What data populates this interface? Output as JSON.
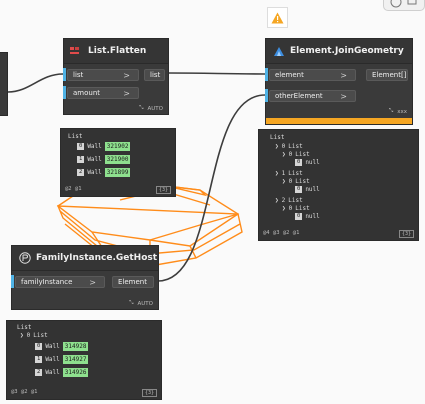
{
  "canvas": {
    "wire_color": "#3d3d3d",
    "geometry_color": "#ff8c1a"
  },
  "warning": {
    "icon": "warning-triangle-icon",
    "color": "#f5a623"
  },
  "toolbar": {
    "icon": "toolbar-icons"
  },
  "nodes": {
    "list_flatten": {
      "title": "List.Flatten",
      "icon": "list-flatten-icon",
      "inputs": [
        {
          "label": "list",
          "chevron": ">"
        },
        {
          "label": "amount",
          "chevron": ">"
        }
      ],
      "output": "list",
      "lacing": "AUTO"
    },
    "join_geometry": {
      "title": "Element.JoinGeometry",
      "icon": "revit-node-icon",
      "inputs": [
        {
          "label": "element",
          "chevron": ">"
        },
        {
          "label": "otherElement",
          "chevron": ">"
        }
      ],
      "output": "Element[]",
      "lacing": "xxx",
      "warning_bar_color": "#f5a623"
    },
    "get_host": {
      "title": "FamilyInstance.GetHost",
      "icon": "python-node-icon",
      "inputs": [
        {
          "label": "familyInstance",
          "chevron": ">"
        }
      ],
      "output": "Element",
      "lacing": "AUTO"
    }
  },
  "previews": {
    "flatten": {
      "header": "List",
      "rows": [
        {
          "index": "0",
          "type": "Wall",
          "id": "321902"
        },
        {
          "index": "1",
          "type": "Wall",
          "id": "321900"
        },
        {
          "index": "2",
          "type": "Wall",
          "id": "321899"
        }
      ],
      "levels": "@2 @1",
      "count": "{3}"
    },
    "join": {
      "header": "List",
      "groups": [
        {
          "index": "0",
          "sub_index": "0",
          "value": "null"
        },
        {
          "index": "1",
          "sub_index": "0",
          "value": "null"
        },
        {
          "index": "2",
          "sub_index": "0",
          "value": "null"
        }
      ],
      "sub_header": "List",
      "levels": "@4 @3 @2 @1",
      "count": "{3}"
    },
    "host": {
      "header": "List",
      "sub_header": "List",
      "outer_index": "0",
      "rows": [
        {
          "index": "0",
          "type": "Wall",
          "id": "314928"
        },
        {
          "index": "1",
          "type": "Wall",
          "id": "314927"
        },
        {
          "index": "2",
          "type": "Wall",
          "id": "314926"
        }
      ],
      "levels": "@3 @2 @1",
      "count": "{3}"
    }
  }
}
